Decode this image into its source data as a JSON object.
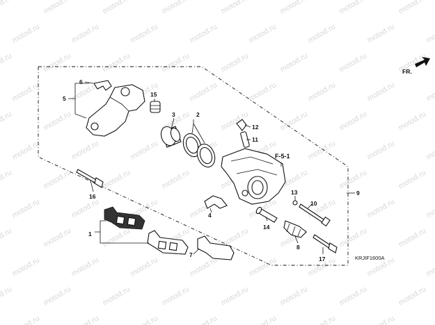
{
  "watermark": "motod.ru",
  "direction_label": "FR.",
  "reference_label": "F-5-1",
  "diagram_code": "KRJIF1600A",
  "callouts": [
    "1",
    "2",
    "3",
    "4",
    "5",
    "6",
    "7",
    "8",
    "9",
    "10",
    "11",
    "12",
    "13",
    "14",
    "15",
    "16",
    "17"
  ]
}
